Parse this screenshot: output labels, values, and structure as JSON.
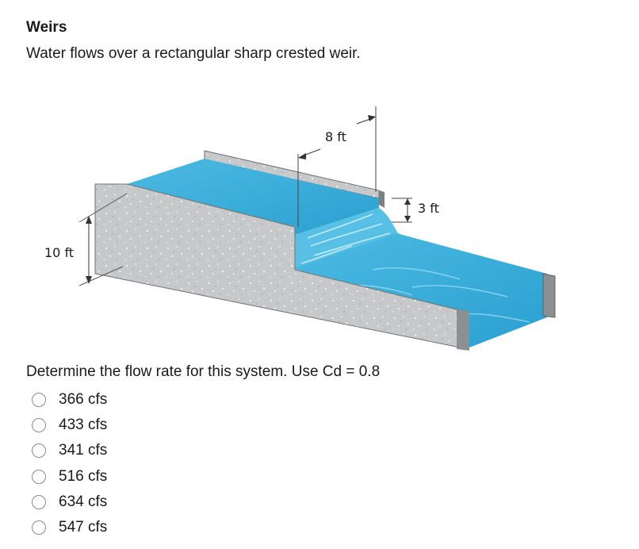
{
  "heading": "Weirs",
  "intro": "Water flows over a rectangular sharp crested weir.",
  "figure": {
    "width_label": "8 ft",
    "head_label": "3 ft",
    "height_label": "10 ft",
    "colors": {
      "water": "#3fb3dd",
      "concrete": "#c4c7c9",
      "wall_edge": "#6f7275"
    }
  },
  "question": "Determine the flow rate for this system.  Use Cd = 0.8",
  "options": [
    {
      "label": "366 cfs",
      "selected": false
    },
    {
      "label": "433 cfs",
      "selected": false
    },
    {
      "label": "341 cfs",
      "selected": false
    },
    {
      "label": "516 cfs",
      "selected": false
    },
    {
      "label": "634 cfs",
      "selected": false
    },
    {
      "label": "547 cfs",
      "selected": false
    }
  ]
}
